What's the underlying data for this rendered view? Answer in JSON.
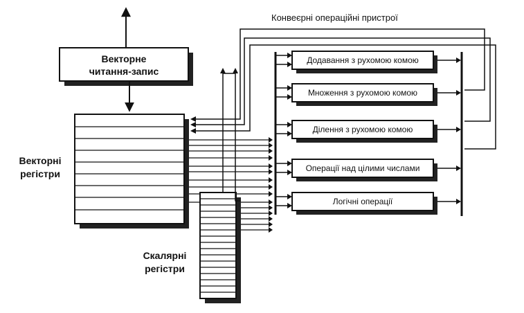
{
  "title": "Конвеєрні операційні пристрої",
  "vector_rw": {
    "line1": "Векторне",
    "line2": "читання-запис"
  },
  "vector_registers": {
    "line1": "Векторні",
    "line2": "регістри"
  },
  "scalar_registers": {
    "line1": "Скалярні",
    "line2": "регістри"
  },
  "units": [
    {
      "label": "Додавання з рухомою комою"
    },
    {
      "label": "Множення з рухомою комою"
    },
    {
      "label": "Ділення з рухомою комою"
    },
    {
      "label": "Операції над цілими числами"
    },
    {
      "label": "Логічні операції"
    }
  ]
}
